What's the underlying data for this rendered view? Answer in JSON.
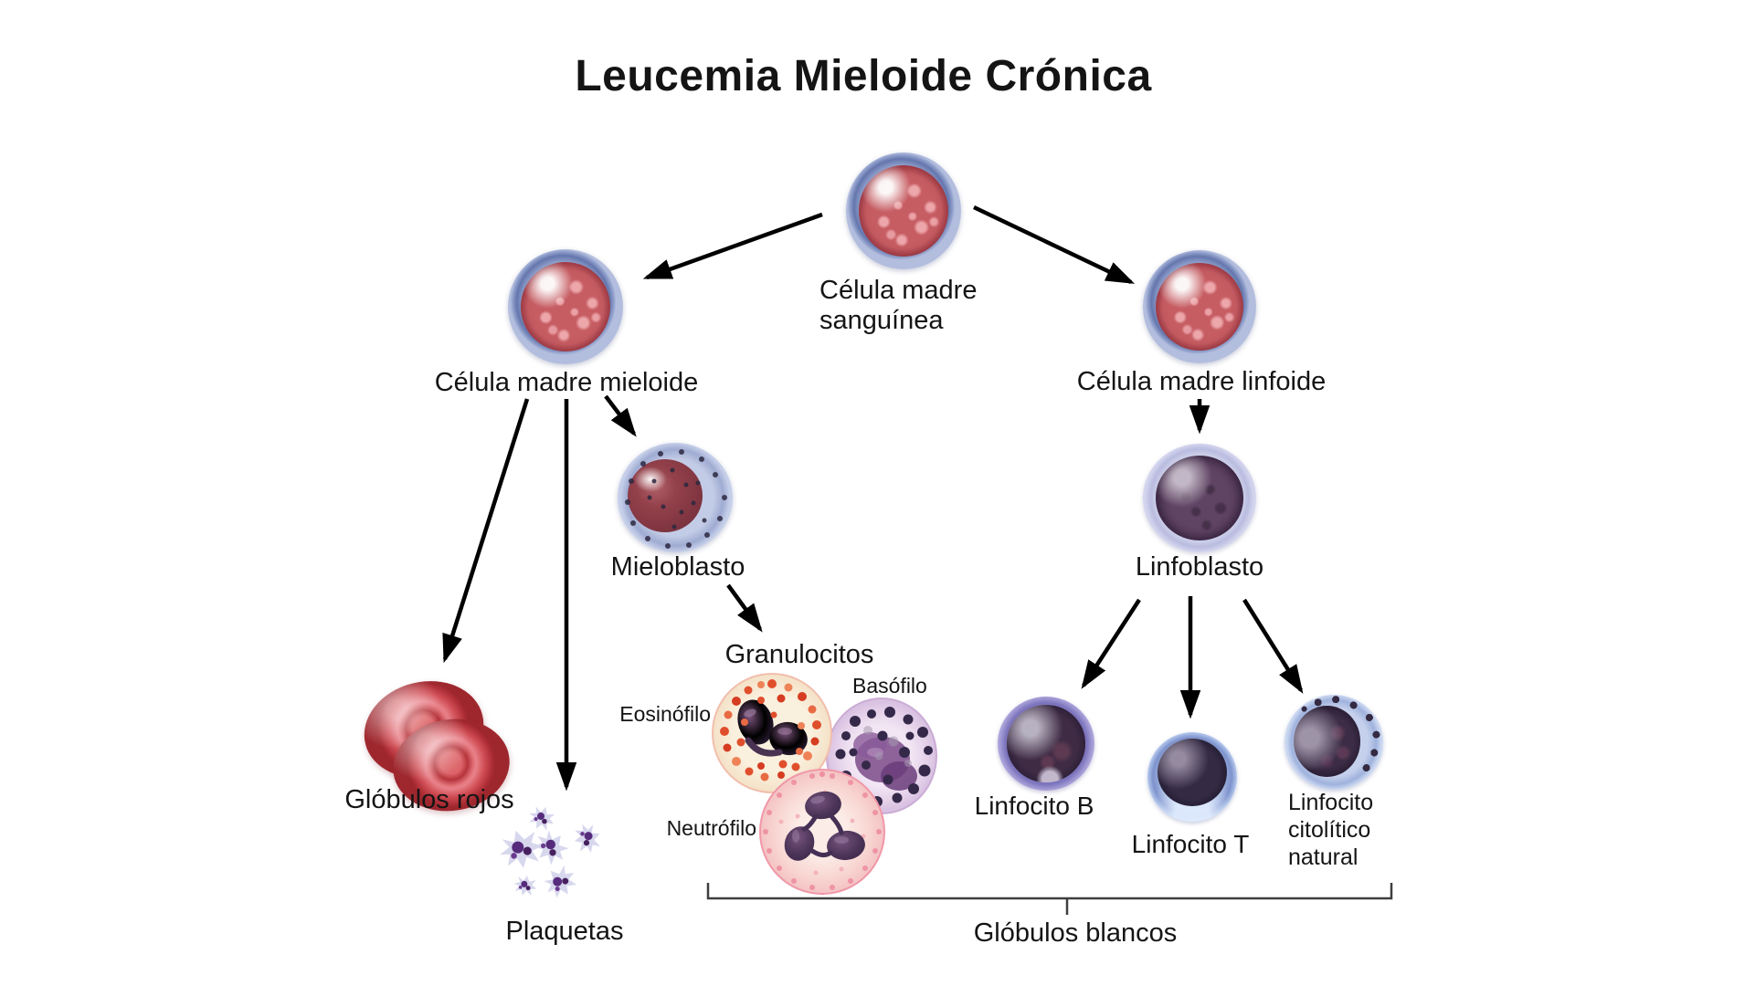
{
  "title": "Leucemia Mieloide Crónica",
  "nodes": {
    "blood_stem_cell": "Célula madre sanguínea",
    "myeloid_stem_cell": "Célula madre mieloide",
    "lymphoid_stem_cell": "Célula madre linfoide",
    "myeloblast": "Mieloblasto",
    "lymphoblast": "Linfoblasto",
    "granulocytes": "Granulocitos",
    "eosinophil": "Eosinófilo",
    "basophil": "Basófilo",
    "neutrophil": "Neutrófilo",
    "red_blood_cells": "Glóbulos rojos",
    "platelets": "Plaquetas",
    "b_lymphocyte": "Linfocito B",
    "t_lymphocyte": "Linfocito T",
    "natural_killer_lymphocyte": "Linfocito citolítico natural",
    "white_blood_cells": "Glóbulos blancos"
  },
  "edges": [
    {
      "from": "blood_stem_cell",
      "to": "myeloid_stem_cell"
    },
    {
      "from": "blood_stem_cell",
      "to": "lymphoid_stem_cell"
    },
    {
      "from": "myeloid_stem_cell",
      "to": "red_blood_cells"
    },
    {
      "from": "myeloid_stem_cell",
      "to": "platelets"
    },
    {
      "from": "myeloid_stem_cell",
      "to": "myeloblast"
    },
    {
      "from": "myeloblast",
      "to": "granulocytes"
    },
    {
      "from": "lymphoid_stem_cell",
      "to": "lymphoblast"
    },
    {
      "from": "lymphoblast",
      "to": "b_lymphocyte"
    },
    {
      "from": "lymphoblast",
      "to": "t_lymphocyte"
    },
    {
      "from": "lymphoblast",
      "to": "natural_killer_lymphocyte"
    },
    {
      "group": "white_blood_cells",
      "members": [
        "granulocytes",
        "b_lymphocyte",
        "t_lymphocyte",
        "natural_killer_lymphocyte"
      ]
    }
  ],
  "colors": {
    "background": "#ffffff",
    "text": "#141414",
    "arrow": "#000000",
    "bracket": "#3f3f3f",
    "cell_rim_blue": "#7285ba",
    "cell_core_red": "#c25960",
    "lymph_nucleus_purple": "#3f2b44",
    "rbc_red": "#c73e45",
    "platelet_purple": "#5a2d7d",
    "eosinophil_granule_orange": "#e04f2c",
    "basophil_granule_dark": "#35294a",
    "neutrophil_pink": "#f6d3d0"
  }
}
